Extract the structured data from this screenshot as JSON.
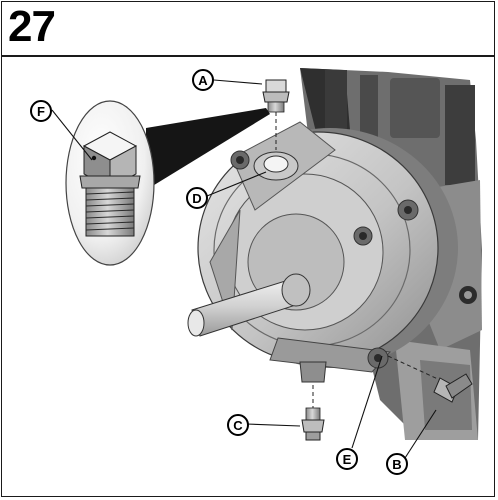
{
  "figure": {
    "number": "27"
  },
  "callouts": {
    "a": "A",
    "b": "B",
    "c": "C",
    "d": "D",
    "e": "E",
    "f": "F"
  }
}
